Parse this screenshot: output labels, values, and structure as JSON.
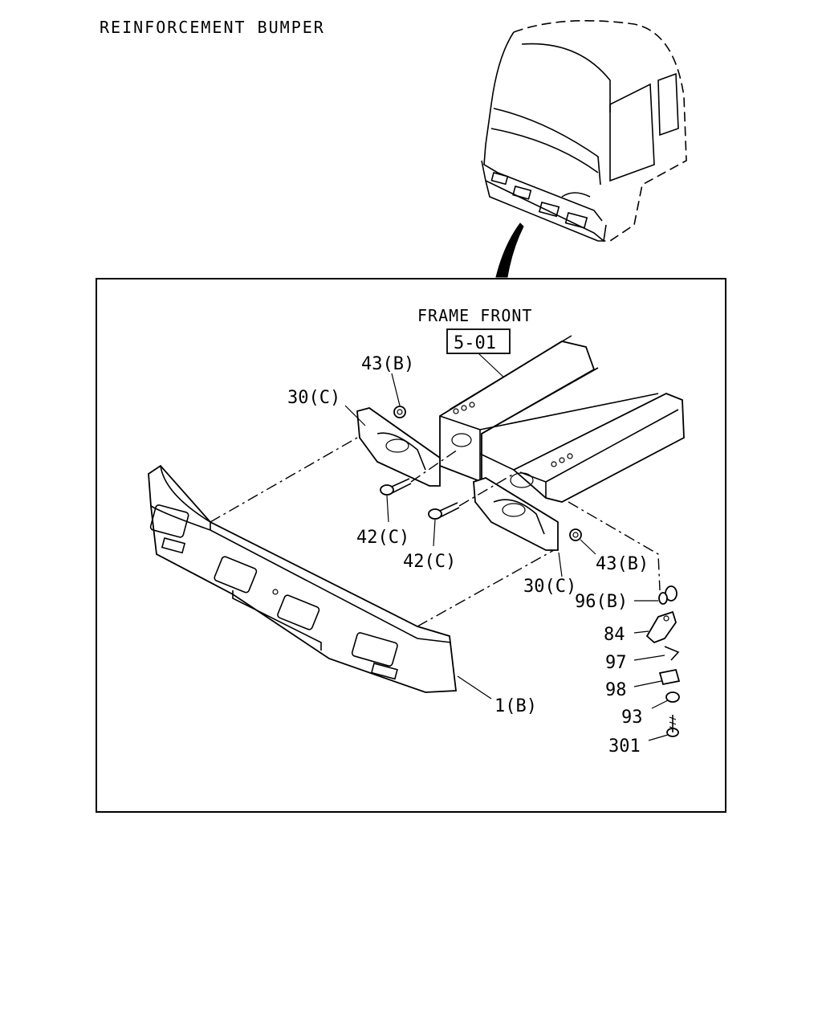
{
  "title": "REINFORCEMENT BUMPER",
  "frame_front_label": "FRAME FRONT",
  "ref_box": "5-01",
  "callouts": {
    "p43b_top": "43(B)",
    "p30c_left": "30(C)",
    "p42c_left": "42(C)",
    "p42c_mid": "42(C)",
    "p43b_right": "43(B)",
    "p30c_right": "30(C)",
    "p96b": "96(B)",
    "p84": "84",
    "p97": "97",
    "p98": "98",
    "p93": "93",
    "p301": "301",
    "p1b": "1(B)"
  }
}
